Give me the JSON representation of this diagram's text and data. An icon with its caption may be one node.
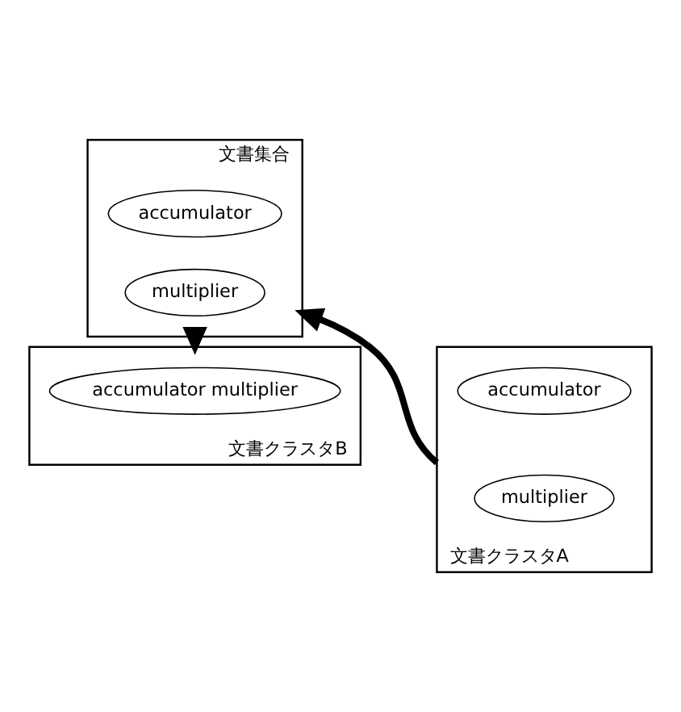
{
  "diagram": {
    "nodes": [
      {
        "text": [
          "文書集合"
        ]
      },
      {
        "text": [
          "accumulator"
        ],
        "in": 0
      },
      {
        "text": [
          "multiplier"
        ],
        "in": 0
      },
      {
        "text": [
          "文書クラスタA"
        ]
      },
      {
        "text": [
          "accumulator"
        ],
        "in": 3
      },
      {
        "text": [
          "multiplier"
        ],
        "in": 3
      },
      {
        "text": [
          "文書クラスタB"
        ]
      },
      {
        "text": [
          "accumulator multiplier"
        ],
        "in": 6
      }
    ],
    "edges": [
      {
        "from": 3,
        "to": 0,
        "arrow": "to"
      },
      {
        "from": 0,
        "to": 6,
        "arrow": "to"
      }
    ]
  }
}
